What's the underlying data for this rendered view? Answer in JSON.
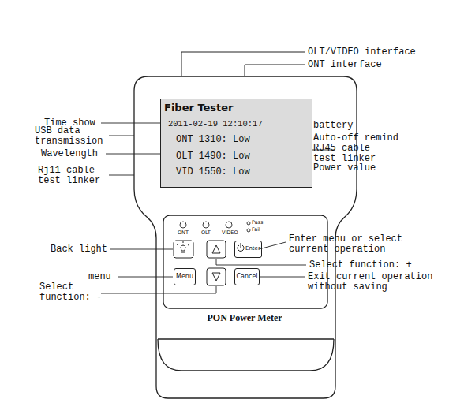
{
  "diagram": {
    "nodes": [
      {
        "text": [
          "PON Power Meter"
        ]
      },
      {
        "text": [
          "Fiber Tester",
          "2011-02-19 12:10:17",
          "ONT 1310:",
          "Low",
          "OLT 1490:",
          "Low",
          "VID 1550:",
          "Low"
        ],
        "in": 0
      },
      {
        "text": [
          "Enter"
        ],
        "in": 0
      },
      {
        "text": [
          "Menu"
        ],
        "in": 0
      },
      {
        "text": [
          "Cancel"
        ],
        "in": 0
      }
    ],
    "labels": [
      "OLT/VIDEO interface",
      "ONT interface",
      "Time show",
      "USB data transmission",
      "Wavelength",
      "Rj11 cable test linker",
      "battery",
      "Auto-off remind",
      "RJ45 cable test linker",
      "Power value",
      "ONT",
      "OLT",
      "VIDEO",
      "Pass",
      "Fail",
      "Back light",
      "Enter menu or select current operation",
      "Select function: +",
      "menu",
      "Select function: -",
      "Exit current operation without saving"
    ]
  }
}
